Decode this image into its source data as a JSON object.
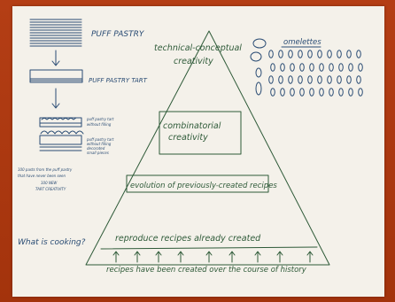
{
  "sketch": {
    "puff_pastry": "PUFF PASTRY",
    "puff_pastry_tart": "PUFF PASTRY TART",
    "note_filling_1": "puff pastry tart",
    "note_filling_2": "without filling",
    "note_many_1": "puff pastry tart",
    "note_many_2": "without filling",
    "note_many_3": "decorated",
    "note_many_4": "small pieces",
    "side_note_1": "100 pasts from the puff pastry",
    "side_note_2": "that have never been seen",
    "side_note_3": "100 NEW",
    "side_note_4": "TART CREATIVITY",
    "what_is_cooking": "What is cooking?",
    "pyramid_top_1": "technical-conceptual",
    "pyramid_top_2": "creativity",
    "combinatorial_1": "combinatorial",
    "combinatorial_2": "creativity",
    "evolution": "evolution of previously-created recipes",
    "reproduce": "reproduce recipes already created",
    "base_line": "recipes have been created over the course of history",
    "omelettes": "omelettes",
    "pen_color": "#2e5a38",
    "blue_pen_color": "#2a4c74"
  }
}
